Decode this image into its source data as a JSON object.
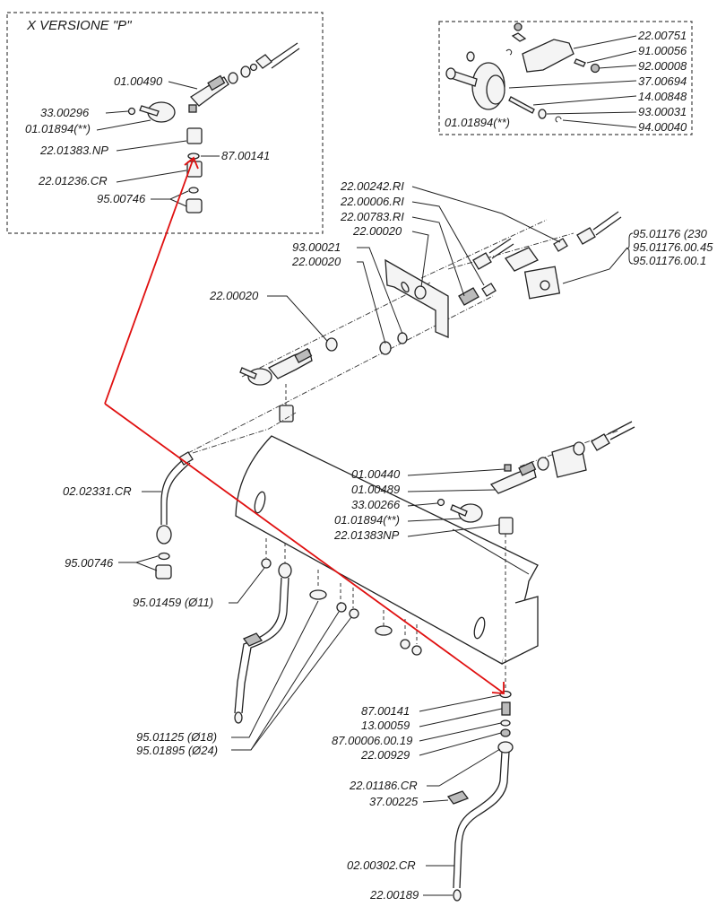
{
  "diagram": {
    "inset_p": {
      "title": "X VERSIONE \"P\"",
      "labels": [
        "01.00490",
        "33.00296",
        "01.01894(**)",
        "22.01383.NP",
        "87.00141",
        "22.01236.CR",
        "95.00746"
      ]
    },
    "inset_valve": {
      "labels": [
        "22.00751",
        "91.00056",
        "92.00008",
        "37.00694",
        "14.00848",
        "93.00031",
        "94.00040",
        "01.01894(**)"
      ]
    },
    "upper_assembly": {
      "labels": [
        "22.00242.RI",
        "22.00006.RI",
        "22.00783.RI",
        "22.00020",
        "93.00021",
        "22.00020",
        "22.00020"
      ]
    },
    "solenoid_valve": {
      "labels": [
        "95.01176 (230",
        "95.01176.00.45",
        "95.01176.00.1"
      ]
    },
    "left_group": {
      "labels": [
        "02.02331.CR",
        "95.00746",
        "95.01459 (Ø11)",
        "95.01125 (Ø18)",
        "95.01895 (Ø24)"
      ]
    },
    "right_valve": {
      "labels": [
        "01.00440",
        "01.00489",
        "33.00266",
        "01.01894(**)",
        "22.01383NP"
      ]
    },
    "steam_wand": {
      "labels": [
        "87.00141",
        "13.00059",
        "87.00006.00.19",
        "22.00929",
        "22.01186.CR",
        "37.00225",
        "02.00302.CR",
        "22.00189"
      ]
    },
    "annotation": {
      "color": "#e01010",
      "meaning": "arrow linking 87.00141 o-ring positions"
    }
  }
}
